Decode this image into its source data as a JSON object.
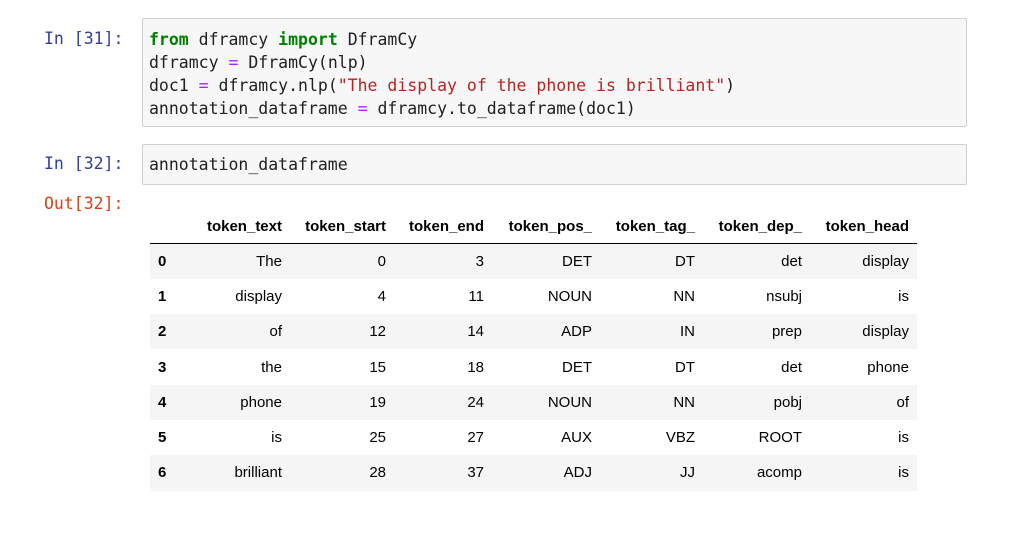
{
  "cells": [
    {
      "prompt": "In [31]:",
      "code_tokens": [
        [
          {
            "t": "from",
            "c": "kw"
          },
          {
            "t": " dframcy ",
            "c": ""
          },
          {
            "t": "import",
            "c": "kw"
          },
          {
            "t": " DframCy",
            "c": ""
          }
        ],
        [
          {
            "t": "dframcy ",
            "c": ""
          },
          {
            "t": "=",
            "c": "op"
          },
          {
            "t": " DframCy(nlp)",
            "c": ""
          }
        ],
        [
          {
            "t": "doc1 ",
            "c": ""
          },
          {
            "t": "=",
            "c": "op"
          },
          {
            "t": " dframcy.nlp(",
            "c": ""
          },
          {
            "t": "\"The display of the phone is brilliant\"",
            "c": "str"
          },
          {
            "t": ")",
            "c": ""
          }
        ],
        [
          {
            "t": "annotation_dataframe ",
            "c": ""
          },
          {
            "t": "=",
            "c": "op"
          },
          {
            "t": " dframcy.to_dataframe(doc1)",
            "c": ""
          }
        ]
      ]
    },
    {
      "prompt": "In [32]:",
      "code_tokens": [
        [
          {
            "t": "annotation_dataframe",
            "c": ""
          }
        ]
      ]
    }
  ],
  "output": {
    "prompt": "Out[32]:",
    "columns": [
      "token_text",
      "token_start",
      "token_end",
      "token_pos_",
      "token_tag_",
      "token_dep_",
      "token_head"
    ],
    "rows": [
      {
        "index": "0",
        "values": [
          "The",
          "0",
          "3",
          "DET",
          "DT",
          "det",
          "display"
        ]
      },
      {
        "index": "1",
        "values": [
          "display",
          "4",
          "11",
          "NOUN",
          "NN",
          "nsubj",
          "is"
        ]
      },
      {
        "index": "2",
        "values": [
          "of",
          "12",
          "14",
          "ADP",
          "IN",
          "prep",
          "display"
        ]
      },
      {
        "index": "3",
        "values": [
          "the",
          "15",
          "18",
          "DET",
          "DT",
          "det",
          "phone"
        ]
      },
      {
        "index": "4",
        "values": [
          "phone",
          "19",
          "24",
          "NOUN",
          "NN",
          "pobj",
          "of"
        ]
      },
      {
        "index": "5",
        "values": [
          "is",
          "25",
          "27",
          "AUX",
          "VBZ",
          "ROOT",
          "is"
        ]
      },
      {
        "index": "6",
        "values": [
          "brilliant",
          "28",
          "37",
          "ADJ",
          "JJ",
          "acomp",
          "is"
        ]
      }
    ]
  },
  "colors": {
    "in_prompt": "#303f9f",
    "out_prompt": "#d84315",
    "keyword": "#008000",
    "operator": "#aa22ff",
    "string": "#ba2121",
    "cell_bg": "#f7f7f7",
    "row_stripe": "#f5f5f5"
  }
}
